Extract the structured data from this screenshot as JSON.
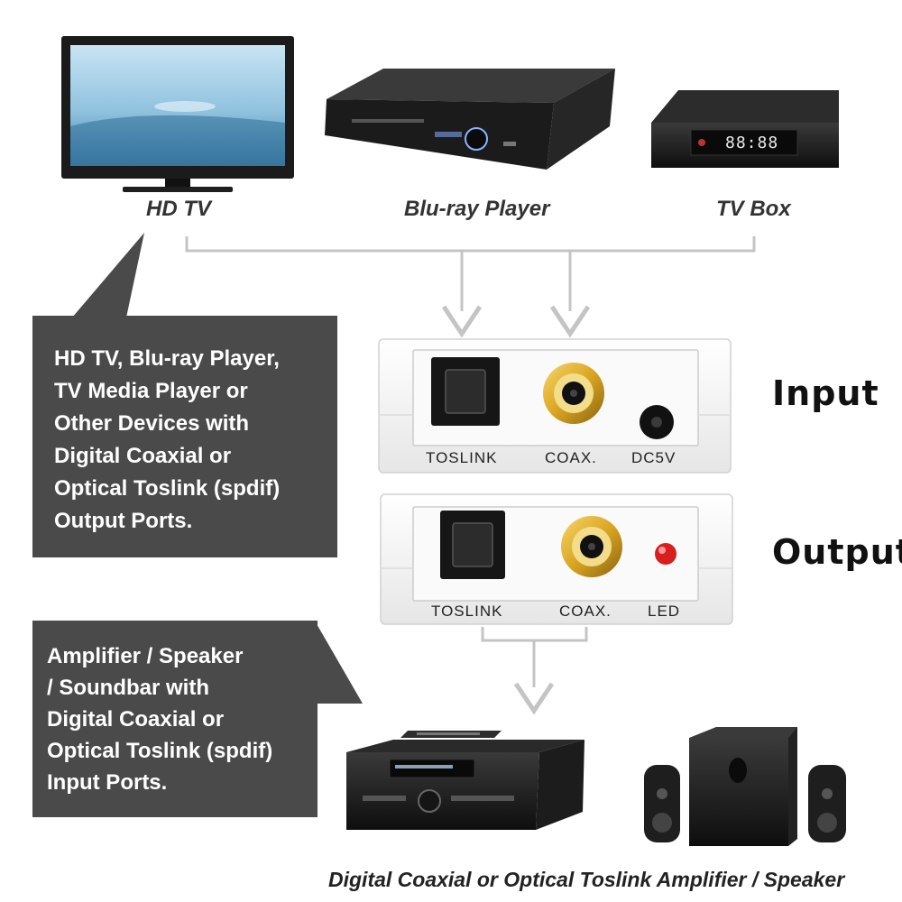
{
  "devices": {
    "hd_tv_label": "HD TV",
    "bluray_label": "Blu-ray Player",
    "tvbox_label": "TV Box"
  },
  "callouts": {
    "source_lines": [
      "HD TV, Blu-ray Player,",
      "TV Media Player or",
      "Other Devices with",
      "Digital Coaxial or",
      "Optical Toslink (spdif)",
      "Output Ports."
    ],
    "sink_lines": [
      "Amplifier / Speaker",
      "/ Soundbar with",
      "Digital Coaxial or",
      "Optical Toslink (spdif)",
      "Input Ports."
    ]
  },
  "converter": {
    "input_label": "Input",
    "output_label": "Output",
    "input_ports": [
      "TOSLINK",
      "COAX.",
      "DC5V"
    ],
    "output_ports": [
      "TOSLINK",
      "COAX.",
      "LED"
    ]
  },
  "screen_text": {
    "tvbox_display": "88:88"
  },
  "bottom_caption": "Digital Coaxial or Optical Toslink Amplifier / Speaker",
  "colors": {
    "callout_bg": "#4a4a4a",
    "connector_line": "#c4c4c4",
    "rca_gold": "#d9a521",
    "led_red": "#d81e1e"
  }
}
